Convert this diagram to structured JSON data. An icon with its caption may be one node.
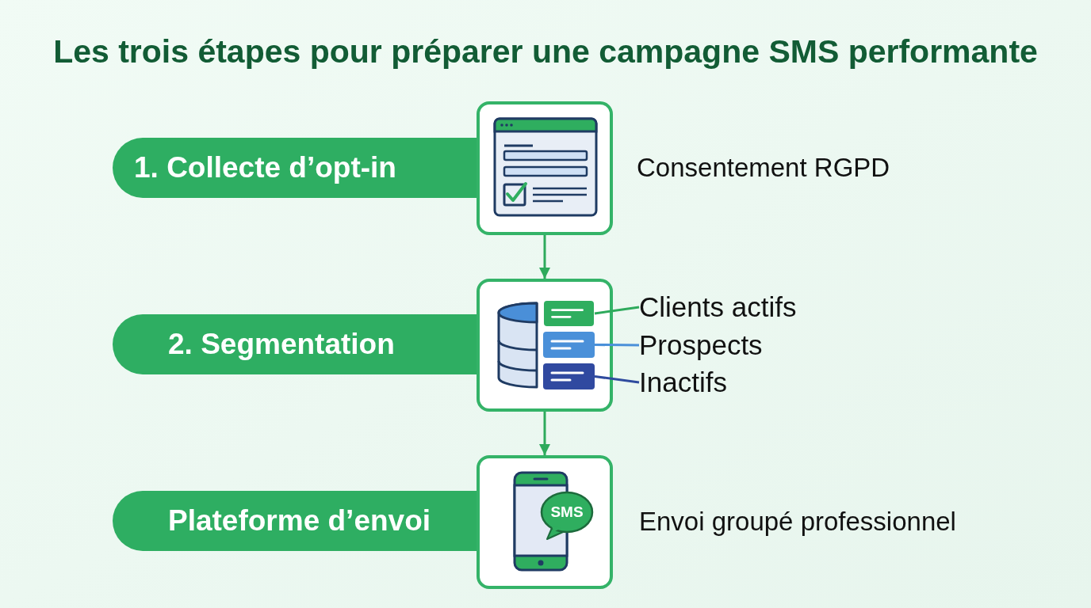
{
  "diagram": {
    "title": "Les trois étapes pour préparer une campagne SMS performante",
    "nodes": [
      {
        "text": [
          "1. Collecte d’opt-in"
        ]
      },
      {
        "text": [],
        "shape": "picture",
        "beside": [
          "Consentement RGPD"
        ]
      },
      {
        "text": [
          "2. Segmentation"
        ]
      },
      {
        "text": [],
        "shape": "picture"
      },
      {
        "text": [],
        "shape": "bar",
        "in": 3
      },
      {
        "text": [],
        "shape": "bar",
        "in": 3
      },
      {
        "text": [],
        "shape": "bar",
        "in": 3
      },
      {
        "text": [
          "Clients actifs"
        ]
      },
      {
        "text": [
          "Prospects"
        ]
      },
      {
        "text": [
          "Inactifs"
        ]
      },
      {
        "text": [
          "Plateforme d’envoi"
        ]
      },
      {
        "text": [],
        "shape": "picture",
        "beside": [
          "Envoi groupé professionnel"
        ]
      },
      {
        "text": [
          "SMS"
        ],
        "in": 11
      }
    ],
    "edges": [
      {
        "from": 1,
        "to": 3,
        "arrow": "to"
      },
      {
        "from": 3,
        "to": 11,
        "arrow": "to"
      },
      {
        "from": 7,
        "to": 4,
        "arrow": "none"
      },
      {
        "from": 8,
        "to": 5,
        "arrow": "none",
        "color": "#4a90d9"
      },
      {
        "from": 9,
        "to": 6,
        "arrow": "none",
        "color": "#2f4b9e"
      }
    ]
  }
}
